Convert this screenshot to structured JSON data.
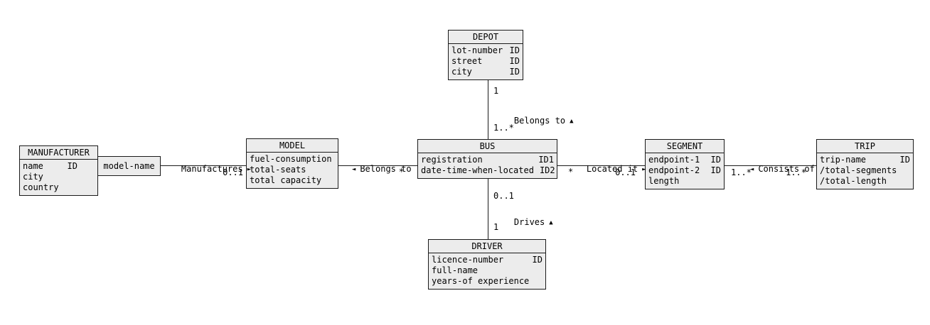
{
  "diagram": {
    "colors": {
      "entity_fill": "#ececec",
      "border": "#1a1a1a",
      "background": "#ffffff"
    },
    "entities": {
      "depot": {
        "title": "DEPOT",
        "attrs": [
          {
            "name": "lot-number",
            "tag": "ID"
          },
          {
            "name": "street",
            "tag": "ID"
          },
          {
            "name": "city",
            "tag": "ID"
          }
        ]
      },
      "manufacturer": {
        "title": "MANUFACTURER",
        "attrs": [
          {
            "name": "name",
            "tag": "ID"
          },
          {
            "name": "city",
            "tag": ""
          },
          {
            "name": "country",
            "tag": ""
          }
        ]
      },
      "model": {
        "title": "MODEL",
        "attrs": [
          {
            "name": "fuel-consumption",
            "tag": ""
          },
          {
            "name": "total-seats",
            "tag": ""
          },
          {
            "name": "total capacity",
            "tag": ""
          }
        ]
      },
      "bus": {
        "title": "BUS",
        "attrs": [
          {
            "name": "registration",
            "tag": "ID1"
          },
          {
            "name": "date-time-when-located",
            "tag": "ID2"
          }
        ]
      },
      "segment": {
        "title": "SEGMENT",
        "attrs": [
          {
            "name": "endpoint-1",
            "tag": "ID"
          },
          {
            "name": "endpoint-2",
            "tag": "ID"
          },
          {
            "name": "length",
            "tag": ""
          }
        ]
      },
      "trip": {
        "title": "TRIP",
        "attrs": [
          {
            "name": "trip-name",
            "tag": "ID"
          },
          {
            "name": "/total-segments",
            "tag": ""
          },
          {
            "name": "/total-length",
            "tag": ""
          }
        ]
      },
      "driver": {
        "title": "DRIVER",
        "attrs": [
          {
            "name": "licence-number",
            "tag": "ID"
          },
          {
            "name": "full-name",
            "tag": ""
          },
          {
            "name": "years-of experience",
            "tag": ""
          }
        ]
      }
    },
    "attribute_box": {
      "label": "model-name"
    },
    "relationships": {
      "manufactures": {
        "label": "Manufactures",
        "direction_icon": "►",
        "model_mult": "0..1"
      },
      "model_belongs_to": {
        "direction_icon": "◄",
        "label": "Belongs to",
        "bus_mult": "*"
      },
      "located_it": {
        "label": "Located it",
        "direction_icon": "►",
        "bus_mult": "*",
        "segment_mult": "0..1"
      },
      "consists_of": {
        "direction_icon": "◄",
        "label": "Consists of",
        "segment_mult": "1..*",
        "trip_mult": "1..*"
      },
      "depot_belongs_to": {
        "label": "Belongs to",
        "direction_icon": "▲",
        "depot_mult": "1",
        "bus_mult": "1..*"
      },
      "drives": {
        "label": "Drives",
        "direction_icon": "▲",
        "bus_mult": "0..1",
        "driver_mult": "1"
      }
    }
  }
}
